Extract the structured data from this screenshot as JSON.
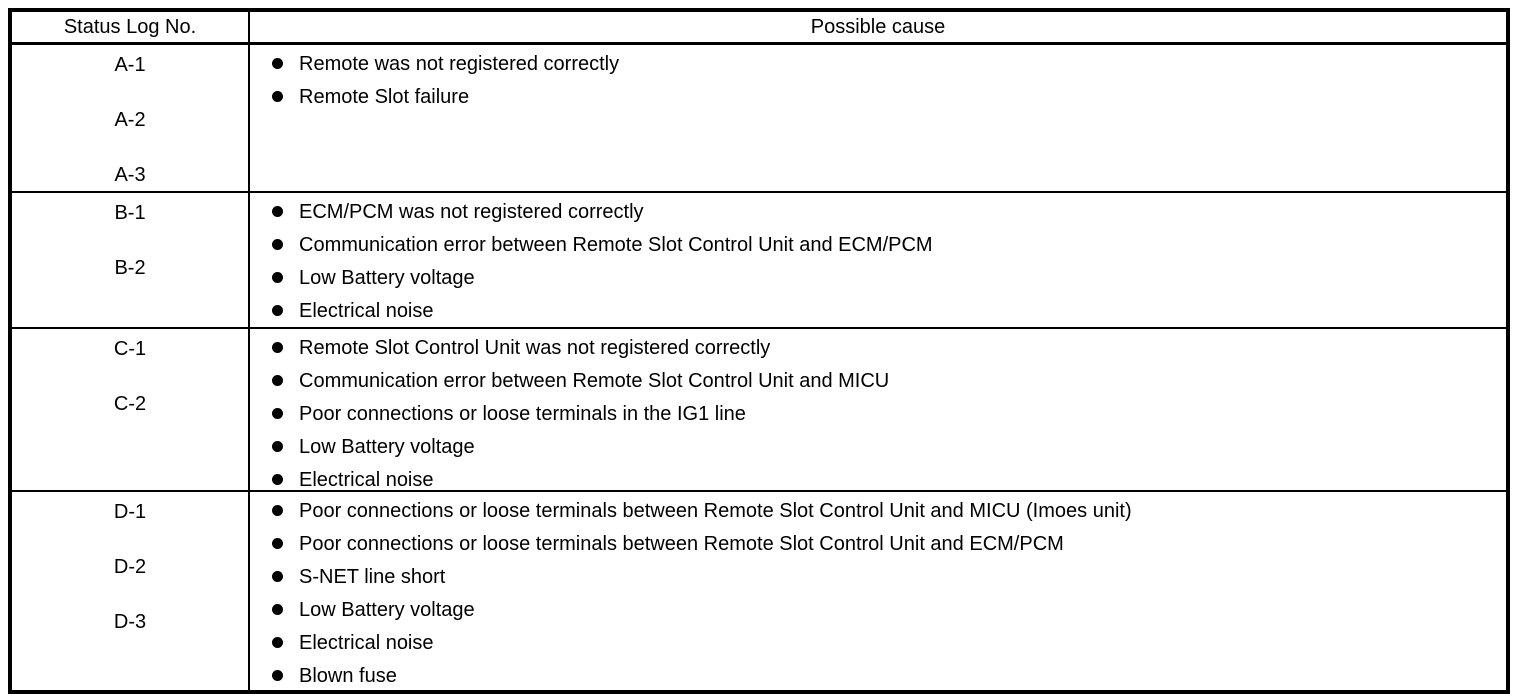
{
  "page": {
    "background_color": "#ffffff",
    "border_color": "#000000",
    "text_color": "#000000"
  },
  "table": {
    "headers": {
      "status_log_no": "Status Log No.",
      "possible_cause": "Possible cause"
    },
    "sections": [
      {
        "labels": [
          "A-1",
          "A-2",
          "A-3"
        ],
        "causes": [
          "Remote was not registered correctly",
          "Remote Slot failure"
        ]
      },
      {
        "labels": [
          "B-1",
          "B-2"
        ],
        "causes": [
          "ECM/PCM was not registered correctly",
          "Communication error between Remote Slot Control Unit and ECM/PCM",
          "Low Battery voltage",
          "Electrical noise"
        ]
      },
      {
        "labels": [
          "C-1",
          "C-2"
        ],
        "causes": [
          "Remote Slot Control Unit was not registered correctly",
          "Communication error between Remote Slot Control Unit and MICU",
          "Poor connections or loose terminals in the IG1 line",
          "Low Battery voltage",
          "Electrical noise"
        ]
      },
      {
        "labels": [
          "D-1",
          "D-2",
          "D-3"
        ],
        "causes": [
          "Poor connections or loose terminals between Remote Slot Control Unit and MICU (Imoes unit)",
          "Poor connections or loose terminals between Remote Slot Control Unit and ECM/PCM",
          "S-NET line short",
          "Low Battery voltage",
          "Electrical noise",
          "Blown fuse"
        ]
      }
    ]
  }
}
